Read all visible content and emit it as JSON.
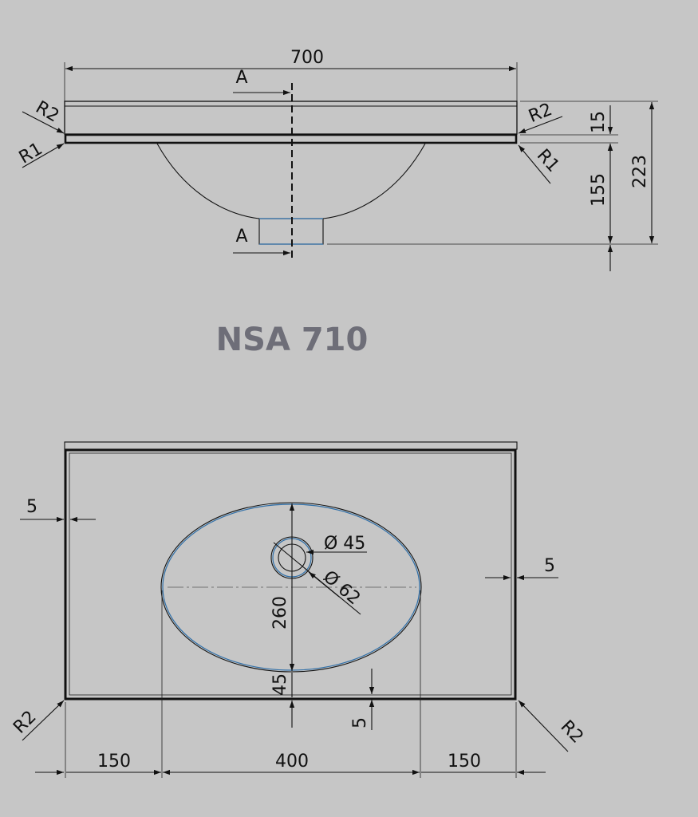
{
  "title": "NSA 710",
  "side_view": {
    "width": "700",
    "section_top": "A",
    "section_bottom": "A",
    "radius_left_top": "R2",
    "radius_left_bottom": "R1",
    "radius_right_top": "R2",
    "radius_right_bottom": "R1",
    "slab_thickness": "15",
    "bowl_depth": "155",
    "total_height": "223"
  },
  "top_view": {
    "left_margin": "5",
    "right_margin": "5",
    "drain_diameter": "Ø 45",
    "drain_outer_diameter": "Ø 62",
    "bowl_length": "260",
    "front_offset": "45",
    "front_margin": "5",
    "radius_left": "R2",
    "radius_right": "R2",
    "left_span": "150",
    "bowl_width": "400",
    "right_span": "150"
  },
  "colors": {
    "background": "#c6c6c6",
    "title": "#6e6e78",
    "line": "#111111",
    "highlight": "#2f6fa8"
  }
}
